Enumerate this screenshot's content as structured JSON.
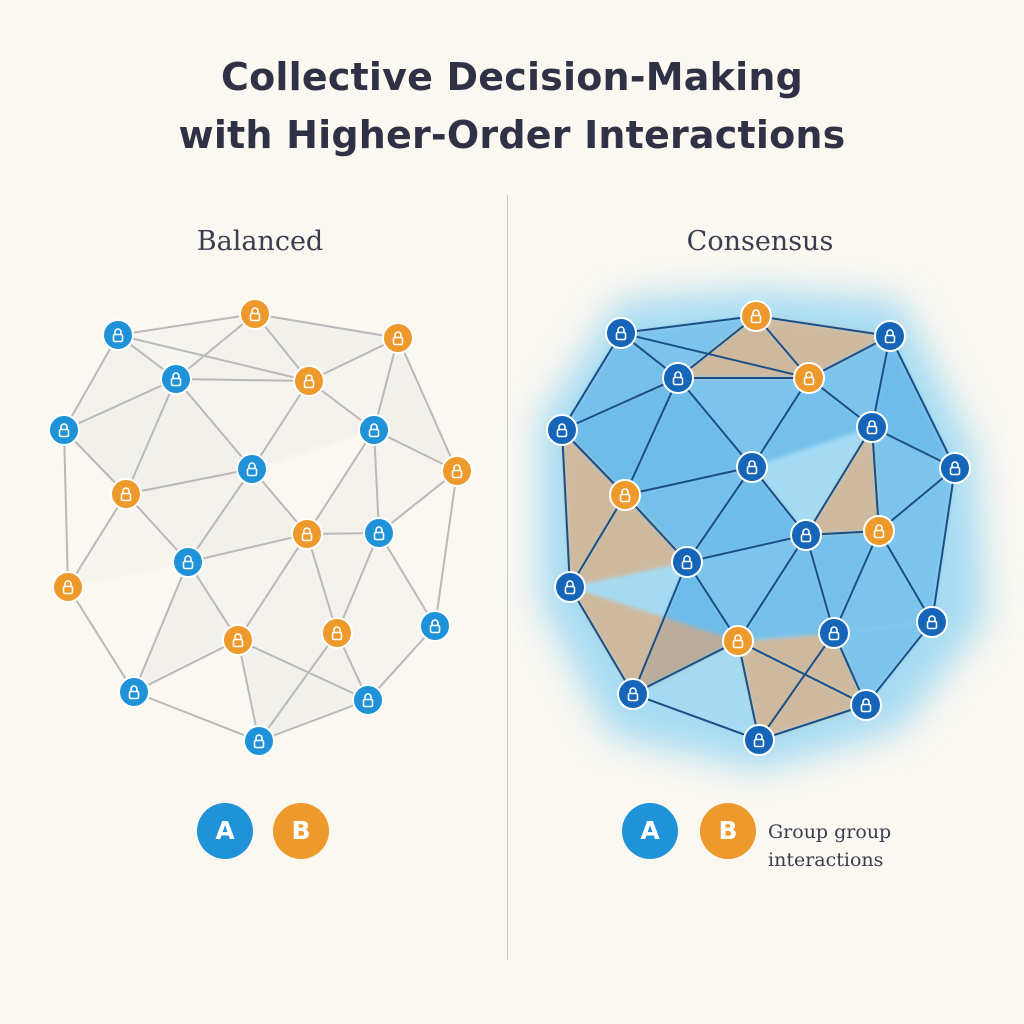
{
  "title": {
    "line1": "Collective Decision-Making",
    "line2": "with Higher-Order Interactions"
  },
  "panels": {
    "left_label": "Balanced",
    "right_label": "Consensus"
  },
  "legend": {
    "left": {
      "a": "A",
      "b": "B"
    },
    "right": {
      "a": "A",
      "b": "B",
      "note_line1": "Group group",
      "note_line2": "interactions"
    }
  },
  "colors": {
    "opinion_a": "#1f92d8",
    "opinion_b": "#ee992c",
    "left_edge": "#b9b9b9",
    "right_edge": "#1c4f86",
    "glow": "#5fc2f2",
    "background": "#fbf8f1"
  },
  "icons": {
    "node_icon": "lock-icon"
  }
}
